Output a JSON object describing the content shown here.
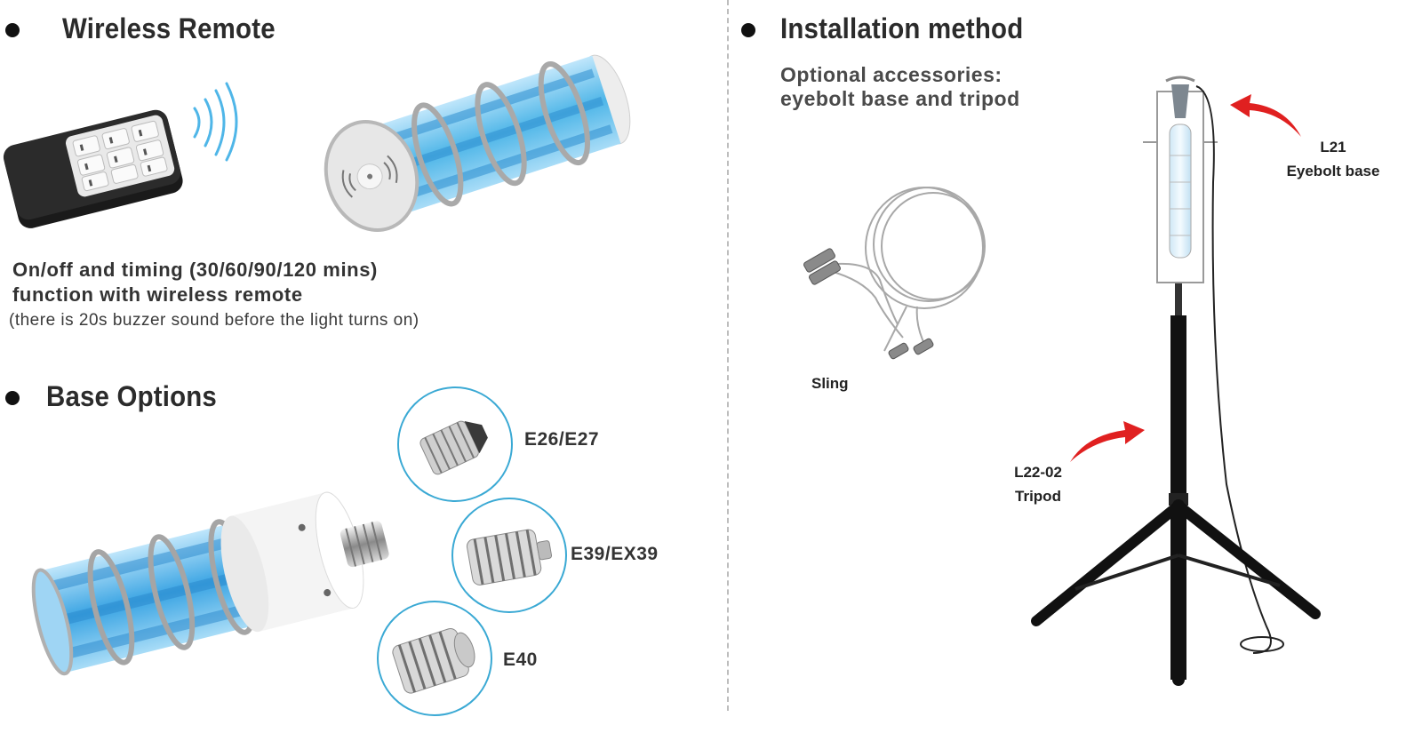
{
  "wireless": {
    "heading": "Wireless Remote",
    "desc_line1": "On/off and timing (30/60/90/120 mins)",
    "desc_line2": "function with wireless remote",
    "note": "(there is 20s buzzer sound before the light turns on)"
  },
  "base_options": {
    "heading": "Base Options",
    "items": [
      {
        "label": "E26/E27",
        "icon": "e26-e27-base-icon"
      },
      {
        "label": "E39/EX39",
        "icon": "e39-ex39-base-icon"
      },
      {
        "label": "E40",
        "icon": "e40-base-icon"
      }
    ]
  },
  "installation": {
    "heading": "Installation method",
    "sub_line1": "Optional accessories:",
    "sub_line2": "eyebolt base and tripod",
    "sling_label": "Sling",
    "eyebolt_code": "L21",
    "eyebolt_name": "Eyebolt base",
    "tripod_code": "L22-02",
    "tripod_name": "Tripod"
  },
  "colors": {
    "accent_blue": "#3aa9d4",
    "uv_glow": "#4fb6e8",
    "arrow_red": "#e02020"
  }
}
